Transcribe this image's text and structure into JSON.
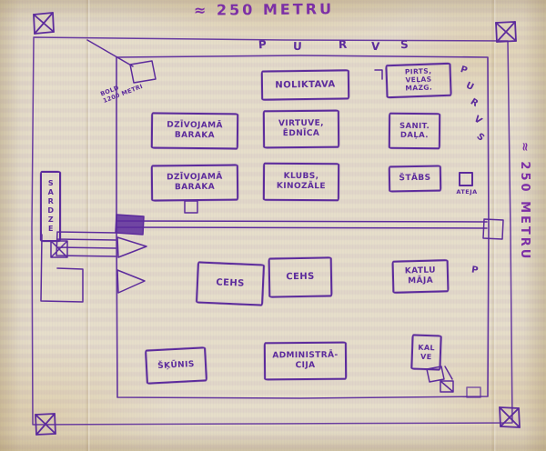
{
  "colors": {
    "paper": "#e9e2cb",
    "ink": "#5c2b9c",
    "title": "#7c2fa6"
  },
  "titles": {
    "top_scale": "≈ 250 METRU",
    "right_scale": "≈ 250 METRU"
  },
  "purvs_top": [
    "P",
    "U",
    "R",
    "V",
    "S"
  ],
  "purvs_right": [
    "P",
    "U",
    "R",
    "V",
    "S"
  ],
  "lone_letter_right": "P",
  "note": {
    "text": "BOLD\n1200 METRI"
  },
  "buildings": {
    "noliktava": "NOLIKTAVA",
    "pirts": "PIRTS,\nVEĻAS\nMAZG.",
    "baraka1": "DZĪVOJAMĀ\nBARAKA",
    "virtuve": "VIRTUVE,\nĒDNĪCA",
    "sanit": "SANIT.\nDAĻA.",
    "baraka2": "DZĪVOJAMĀ\nBARAKA",
    "klubs": "KLUBS,\nKINOZĀLE",
    "stabs": "ŠTĀBS",
    "ateja": "ATEJA",
    "sardze": "SARDZE",
    "cehs1": "CEHS",
    "cehs2": "CEHS",
    "katlu": "KATLU\nMĀJA",
    "skunis": "ŠĶŪNIS",
    "administracija": "ADMINISTRĀ-\nCIJA",
    "kalve": "KAL\nVE"
  }
}
